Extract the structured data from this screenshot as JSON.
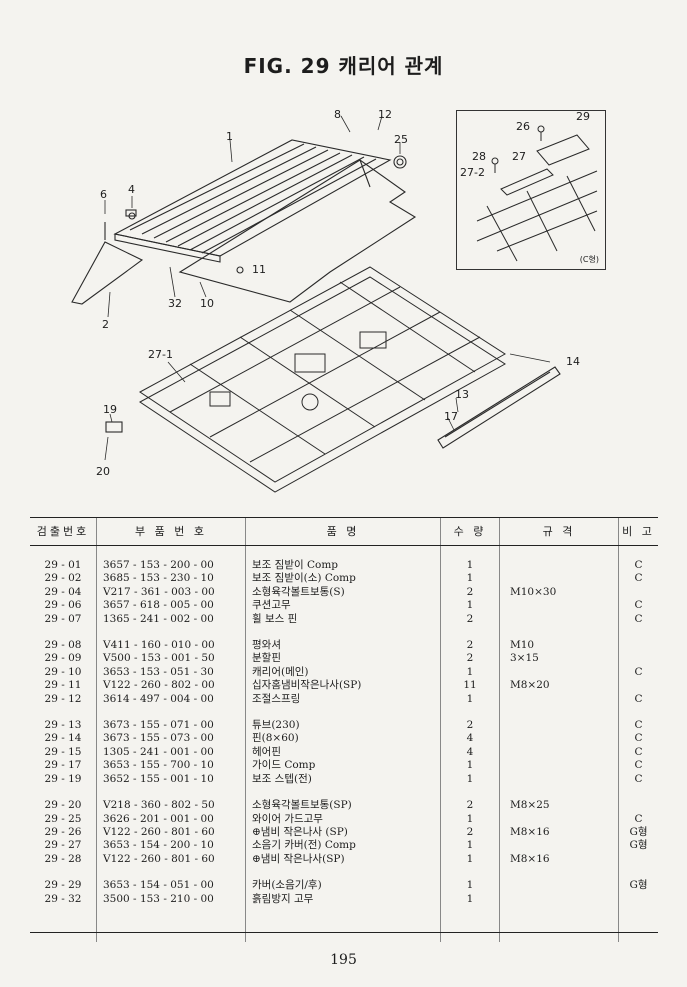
{
  "title": "FIG. 29 캐리어 관계",
  "inset_label": "(C형)",
  "callouts": [
    "8",
    "12",
    "1",
    "25",
    "29",
    "26",
    "28",
    "27",
    "27-2",
    "6",
    "4",
    "2",
    "32",
    "10",
    "11",
    "27-1",
    "14",
    "13",
    "17",
    "19",
    "20"
  ],
  "table": {
    "headers": [
      "검출번호",
      "부 품 번 호",
      "품 명",
      "수 량",
      "규 격",
      "비 고"
    ],
    "groups": [
      [
        {
          "no": "29 - 01",
          "part": "3657 - 153 - 200 - 00",
          "name": "보조 짐받이 Comp",
          "qty": "1",
          "spec": "",
          "note": "C"
        },
        {
          "no": "29 - 02",
          "part": "3685 - 153 - 230 - 10",
          "name": "보조 짐받이(소) Comp",
          "qty": "1",
          "spec": "",
          "note": "C"
        },
        {
          "no": "29 - 04",
          "part": "V217 - 361 - 003 - 00",
          "name": "소형육각볼트보통(S)",
          "qty": "2",
          "spec": "M10×30",
          "note": ""
        },
        {
          "no": "29 - 06",
          "part": "3657 - 618 - 005 - 00",
          "name": "쿠션고무",
          "qty": "1",
          "spec": "",
          "note": "C"
        },
        {
          "no": "29 - 07",
          "part": "1365 - 241 - 002 - 00",
          "name": "휠 보스 핀",
          "qty": "2",
          "spec": "",
          "note": "C"
        }
      ],
      [
        {
          "no": "29 - 08",
          "part": "V411 - 160 - 010 - 00",
          "name": "평와셔",
          "qty": "2",
          "spec": "M10",
          "note": ""
        },
        {
          "no": "29 - 09",
          "part": "V500 - 153 - 001 - 50",
          "name": "분할핀",
          "qty": "2",
          "spec": "3×15",
          "note": ""
        },
        {
          "no": "29 - 10",
          "part": "3653 - 153 - 051 - 30",
          "name": "캐리어(메인)",
          "qty": "1",
          "spec": "",
          "note": "C"
        },
        {
          "no": "29 - 11",
          "part": "V122 - 260 - 802 - 00",
          "name": "십자홈냄비작은나사(SP)",
          "qty": "11",
          "spec": "M8×20",
          "note": ""
        },
        {
          "no": "29 - 12",
          "part": "3614 - 497 - 004 - 00",
          "name": "조절스프링",
          "qty": "1",
          "spec": "",
          "note": "C"
        }
      ],
      [
        {
          "no": "29 - 13",
          "part": "3673 - 155 - 071 - 00",
          "name": "튜브(230)",
          "qty": "2",
          "spec": "",
          "note": "C"
        },
        {
          "no": "29 - 14",
          "part": "3673 - 155 - 073 - 00",
          "name": "핀(8×60)",
          "qty": "4",
          "spec": "",
          "note": "C"
        },
        {
          "no": "29 - 15",
          "part": "1305 - 241 - 001 - 00",
          "name": "헤어핀",
          "qty": "4",
          "spec": "",
          "note": "C"
        },
        {
          "no": "29 - 17",
          "part": "3653 - 155 - 700 - 10",
          "name": "가이드 Comp",
          "qty": "1",
          "spec": "",
          "note": "C"
        },
        {
          "no": "29 - 19",
          "part": "3652 - 155 - 001 - 10",
          "name": "보조 스텝(전)",
          "qty": "1",
          "spec": "",
          "note": "C"
        }
      ],
      [
        {
          "no": "29 - 20",
          "part": "V218 - 360 - 802 - 50",
          "name": "소형육각볼트보통(SP)",
          "qty": "2",
          "spec": "M8×25",
          "note": ""
        },
        {
          "no": "29 - 25",
          "part": "3626 - 201 - 001 - 00",
          "name": "와이어 가드고무",
          "qty": "1",
          "spec": "",
          "note": "C"
        },
        {
          "no": "29 - 26",
          "part": "V122 - 260 - 801 - 60",
          "name": "⊕냄비 작은나사 (SP)",
          "qty": "2",
          "spec": "M8×16",
          "note": "G형"
        },
        {
          "no": "29 - 27",
          "part": "3653 - 154 - 200 - 10",
          "name": "소음기 카버(전) Comp",
          "qty": "1",
          "spec": "",
          "note": "G형"
        },
        {
          "no": "29 - 28",
          "part": "V122 - 260 - 801 - 60",
          "name": "⊕냄비 작은나사(SP)",
          "qty": "1",
          "spec": "M8×16",
          "note": ""
        }
      ],
      [
        {
          "no": "29 - 29",
          "part": "3653 - 154 - 051 - 00",
          "name": "카버(소음기/후)",
          "qty": "1",
          "spec": "",
          "note": "G형"
        },
        {
          "no": "29 - 32",
          "part": "3500 - 153 - 210 - 00",
          "name": "흙림방지 고무",
          "qty": "1",
          "spec": "",
          "note": ""
        }
      ]
    ]
  },
  "page_number": "195"
}
